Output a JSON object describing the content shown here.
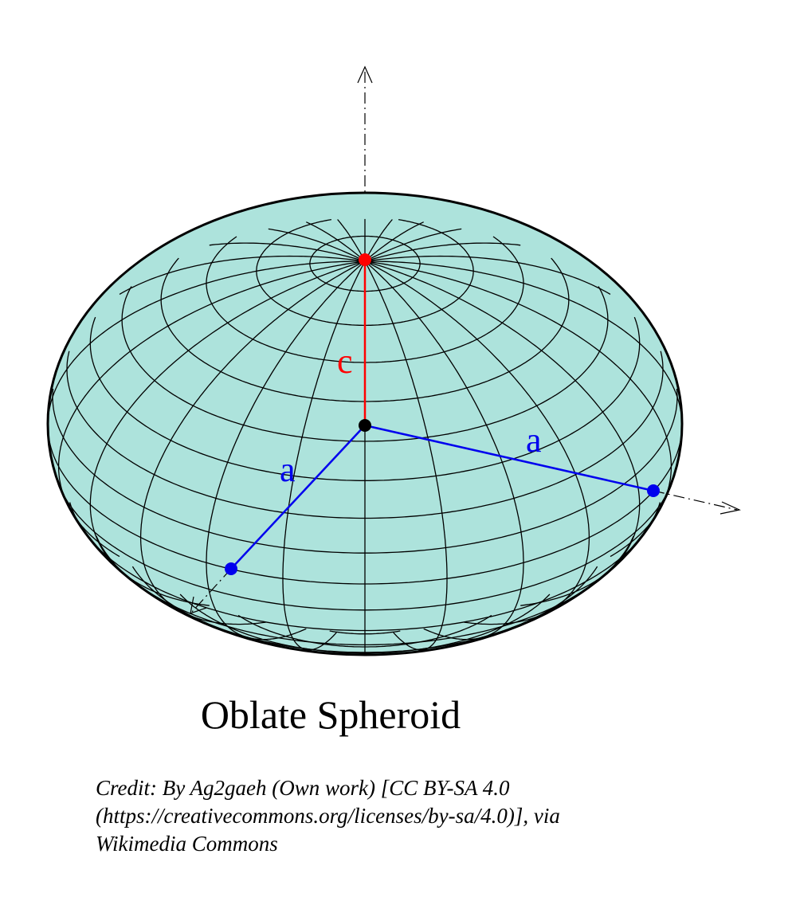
{
  "title": "Oblate Spheroid",
  "labels": {
    "polar_axis": "c",
    "equatorial_axis_front": "a",
    "equatorial_axis_right": "a"
  },
  "credit_lines": [
    "Credit: By Ag2gaeh (Own work) [CC BY-SA 4.0",
    "(https://creativecommons.org/licenses/by-sa/4.0)], via",
    "Wikimedia Commons"
  ],
  "colors": {
    "surface_fill": "#ade3dc",
    "grid_lines": "#000000",
    "polar_radius": "#ff0000",
    "equatorial_radius": "#0000ee",
    "center_point": "#000000"
  }
}
